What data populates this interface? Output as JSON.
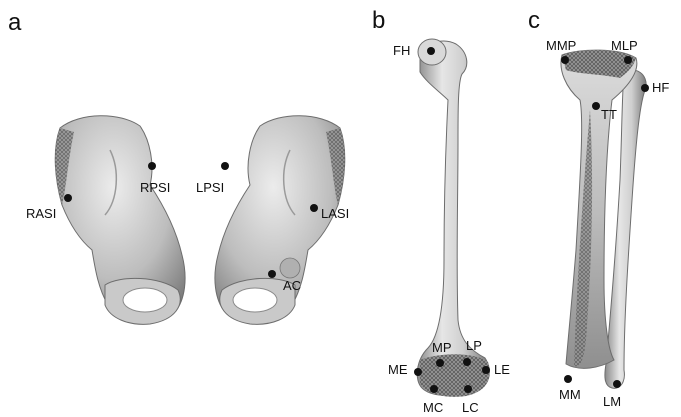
{
  "panels": {
    "a": "a",
    "b": "b",
    "c": "c"
  },
  "landmarks": {
    "a": {
      "RASI": "RASI",
      "RPSI": "RPSI",
      "LPSI": "LPSI",
      "LASI": "LASI",
      "AC": "AC"
    },
    "b": {
      "FH": "FH",
      "ME": "ME",
      "MP": "MP",
      "LP": "LP",
      "LE": "LE",
      "MC": "MC",
      "LC": "LC"
    },
    "c": {
      "MMP": "MMP",
      "MLP": "MLP",
      "HF": "HF",
      "TT": "TT",
      "MM": "MM",
      "LM": "LM"
    }
  },
  "colors": {
    "bone_light": "#e2e2e2",
    "bone_mid": "#b4b4b4",
    "bone_dark": "#6c6c6c",
    "landmark": "#111111"
  }
}
